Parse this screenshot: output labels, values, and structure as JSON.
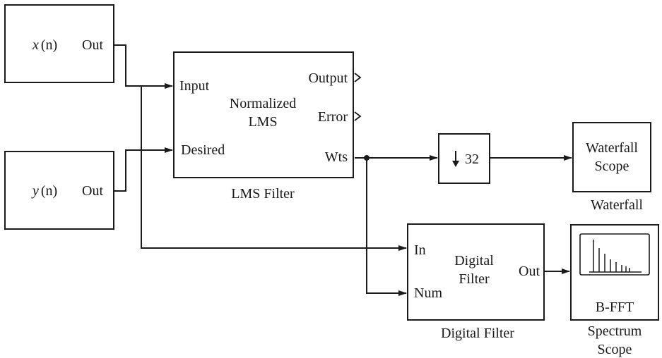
{
  "blocks": {
    "x_source": {
      "signal_var": "x",
      "signal_arg": "(n)",
      "out_label": "Out"
    },
    "y_source": {
      "signal_var": "y",
      "signal_arg": "(n)",
      "out_label": "Out"
    },
    "lms_filter": {
      "port_input": "Input",
      "port_desired": "Desired",
      "port_output": "Output",
      "port_error": "Error",
      "port_wts": "Wts",
      "title_line1": "Normalized",
      "title_line2": "LMS",
      "caption": "LMS Filter"
    },
    "downsample": {
      "factor": "32"
    },
    "waterfall": {
      "line1": "Waterfall",
      "line2": "Scope",
      "caption": "Waterfall"
    },
    "digital_filter": {
      "port_in": "In",
      "port_num": "Num",
      "port_out": "Out",
      "title_line1": "Digital",
      "title_line2": "Filter",
      "caption": "Digital Filter"
    },
    "spectrum_scope": {
      "label": "B-FFT",
      "caption_line1": "Spectrum",
      "caption_line2": "Scope"
    }
  }
}
